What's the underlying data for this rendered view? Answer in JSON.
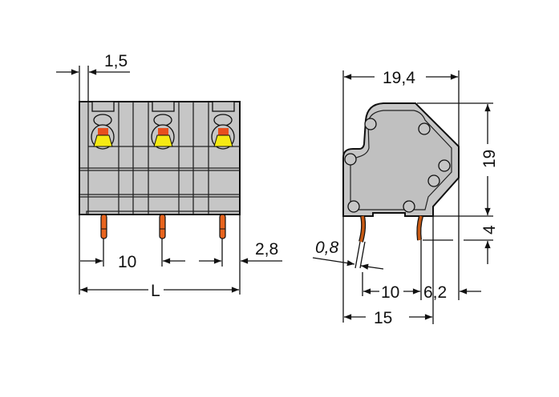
{
  "front_view": {
    "dimensions": {
      "edge_offset": "1,5",
      "pitch": "10",
      "pin_offset": "2,8",
      "length": "L"
    },
    "poles": 3,
    "colors": {
      "housing": "#c6c6c6",
      "release_lever_top": "#e8501e",
      "release_lever_bottom": "#f5ea14",
      "pin": "#e8641e",
      "outline": "#111111"
    }
  },
  "side_view": {
    "dimensions": {
      "width": "19,4",
      "height": "19",
      "pin_length": "4",
      "pin_diameter": "0,8",
      "pin_spacing": "10",
      "rear_offset": "6,2",
      "pin_span": "15"
    },
    "colors": {
      "housing": "#c6c6c6",
      "inner_panel": "#c0c0c0",
      "pin": "#c85a14"
    }
  }
}
